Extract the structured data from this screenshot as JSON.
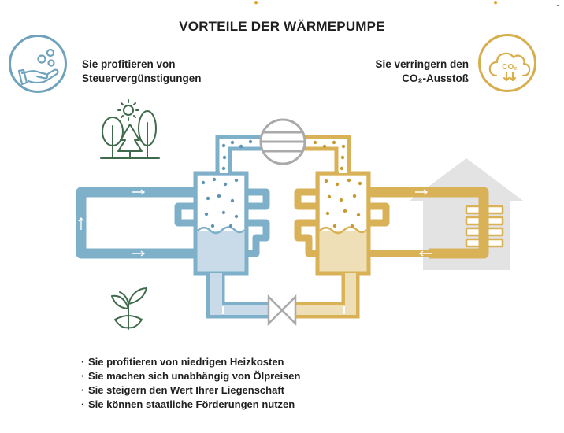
{
  "title": "VORTEILE DER WÄRMEPUMPE",
  "benefits": {
    "tax": {
      "line1": "Sie profitieren von",
      "line2": "Steuervergünstigungen",
      "icon": "hand-coins-icon"
    },
    "co2": {
      "line1": "Sie verringern den",
      "line2": "CO₂-Ausstoß",
      "icon": "co2-cloud-icon",
      "badge": "CO₂"
    }
  },
  "bullets": [
    "Sie profitieren von niedrigen Heizkosten",
    "Sie machen sich unabhängig von Ölpreisen",
    "Sie steigern den Wert Ihrer Liegenschaft",
    "Sie können staatliche Förderungen nutzen"
  ],
  "colors": {
    "cold": "#7fb0c9",
    "cold_light": "#c9dbe9",
    "warm": "#d9b257",
    "warm_light": "#efdfb6",
    "house": "#e3e3e3",
    "tree": "#3f6b4c",
    "gray": "#aaaaaa",
    "text": "#1f1f1f"
  },
  "icons": [
    "tree-sun-icon",
    "sprout-icon",
    "compressor-icon",
    "expansion-valve-icon",
    "house-icon",
    "radiator-icon"
  ]
}
